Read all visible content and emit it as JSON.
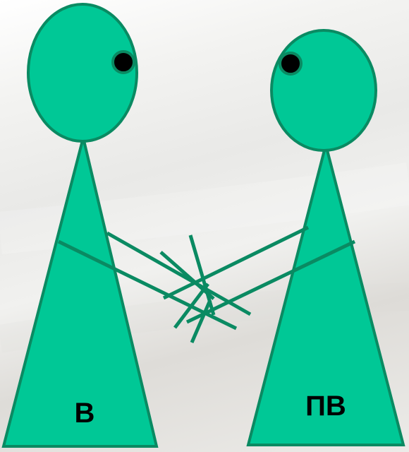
{
  "colors": {
    "figure_fill": "#00C896",
    "figure_stroke": "#0A8A62",
    "eye": "#000000",
    "label": "#000000"
  },
  "figures": [
    {
      "label": "В",
      "eye_direction": "right"
    },
    {
      "label": "ПВ",
      "eye_direction": "left"
    }
  ],
  "handshake": {
    "crossing_lines": 8
  }
}
